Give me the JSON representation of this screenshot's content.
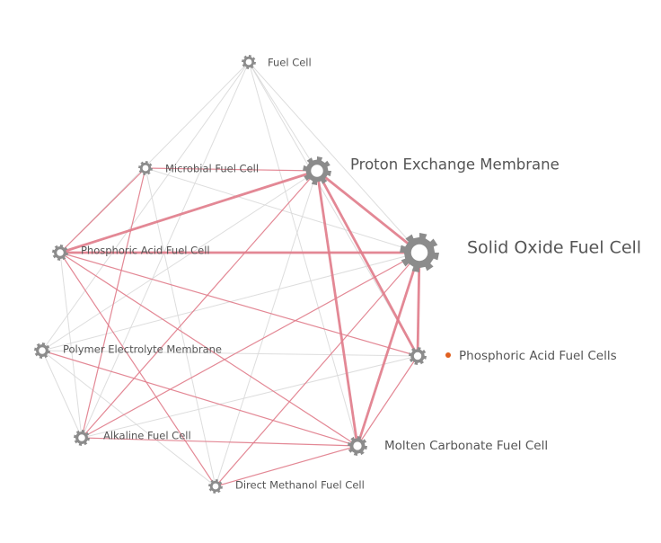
{
  "graph": {
    "colors": {
      "strong_edge": "#e07b8a",
      "weak_edge": "#d9d9d9",
      "gear": "#8c8c8c",
      "dot": "#e06020",
      "label": "#555555"
    },
    "nodes": [
      {
        "id": "fuel_cell",
        "label": "Fuel Cell",
        "size": "small",
        "icon": "gear-icon"
      },
      {
        "id": "microbial",
        "label": "Microbial Fuel Cell",
        "size": "small",
        "icon": "gear-icon"
      },
      {
        "id": "pem",
        "label": "Proton Exchange Membrane",
        "size": "large",
        "icon": "gear-icon"
      },
      {
        "id": "phosphoric",
        "label": "Phosphoric Acid Fuel Cell",
        "size": "small",
        "icon": "gear-icon"
      },
      {
        "id": "sofc",
        "label": "Solid Oxide Fuel Cell",
        "size": "xlarge",
        "icon": "gear-icon"
      },
      {
        "id": "polymer",
        "label": "Polymer Electrolyte Membrane",
        "size": "small",
        "icon": "gear-icon"
      },
      {
        "id": "phosphoric_s",
        "label": "Phosphoric Acid Fuel Cells",
        "size": "small",
        "icon": "gear-icon",
        "marker": "dot"
      },
      {
        "id": "alkaline",
        "label": "Alkaline Fuel Cell",
        "size": "small",
        "icon": "gear-icon"
      },
      {
        "id": "molten",
        "label": "Molten Carbonate Fuel Cell",
        "size": "medium",
        "icon": "gear-icon"
      },
      {
        "id": "dmfc",
        "label": "Direct Methanol Fuel Cell",
        "size": "small",
        "icon": "gear-icon"
      }
    ],
    "edges": [
      {
        "source": "pem",
        "target": "sofc",
        "weight": "strong"
      },
      {
        "source": "pem",
        "target": "phosphoric_s",
        "weight": "strong"
      },
      {
        "source": "pem",
        "target": "molten",
        "weight": "strong"
      },
      {
        "source": "sofc",
        "target": "molten",
        "weight": "strong"
      },
      {
        "source": "sofc",
        "target": "phosphoric_s",
        "weight": "strong"
      },
      {
        "source": "phosphoric",
        "target": "pem",
        "weight": "strong"
      },
      {
        "source": "phosphoric",
        "target": "sofc",
        "weight": "strong"
      },
      {
        "source": "microbial",
        "target": "pem",
        "weight": "medium"
      },
      {
        "source": "phosphoric_s",
        "target": "molten",
        "weight": "medium"
      },
      {
        "source": "phosphoric",
        "target": "phosphoric_s",
        "weight": "medium"
      },
      {
        "source": "phosphoric",
        "target": "molten",
        "weight": "medium"
      },
      {
        "source": "phosphoric",
        "target": "dmfc",
        "weight": "medium"
      },
      {
        "source": "phosphoric",
        "target": "microbial",
        "weight": "medium"
      },
      {
        "source": "alkaline",
        "target": "pem",
        "weight": "medium"
      },
      {
        "source": "alkaline",
        "target": "sofc",
        "weight": "medium"
      },
      {
        "source": "alkaline",
        "target": "molten",
        "weight": "medium"
      },
      {
        "source": "microbial",
        "target": "alkaline",
        "weight": "medium"
      },
      {
        "source": "dmfc",
        "target": "molten",
        "weight": "medium"
      },
      {
        "source": "dmfc",
        "target": "sofc",
        "weight": "medium"
      },
      {
        "source": "polymer",
        "target": "molten",
        "weight": "medium"
      },
      {
        "source": "pem",
        "target": "polymer",
        "weight": "weak"
      },
      {
        "source": "fuel_cell",
        "target": "pem",
        "weight": "weak"
      },
      {
        "source": "fuel_cell",
        "target": "sofc",
        "weight": "weak"
      },
      {
        "source": "fuel_cell",
        "target": "phosphoric",
        "weight": "weak"
      },
      {
        "source": "fuel_cell",
        "target": "polymer",
        "weight": "weak"
      },
      {
        "source": "fuel_cell",
        "target": "alkaline",
        "weight": "weak"
      },
      {
        "source": "fuel_cell",
        "target": "molten",
        "weight": "weak"
      },
      {
        "source": "fuel_cell",
        "target": "phosphoric_s",
        "weight": "weak"
      },
      {
        "source": "microbial",
        "target": "sofc",
        "weight": "weak"
      },
      {
        "source": "polymer",
        "target": "sofc",
        "weight": "weak"
      },
      {
        "source": "polymer",
        "target": "phosphoric_s",
        "weight": "weak"
      },
      {
        "source": "alkaline",
        "target": "phosphoric_s",
        "weight": "weak"
      },
      {
        "source": "dmfc",
        "target": "pem",
        "weight": "weak"
      },
      {
        "source": "dmfc",
        "target": "polymer",
        "weight": "weak"
      },
      {
        "source": "dmfc",
        "target": "microbial",
        "weight": "weak"
      },
      {
        "source": "alkaline",
        "target": "polymer",
        "weight": "weak"
      },
      {
        "source": "phosphoric",
        "target": "alkaline",
        "weight": "weak"
      }
    ]
  }
}
